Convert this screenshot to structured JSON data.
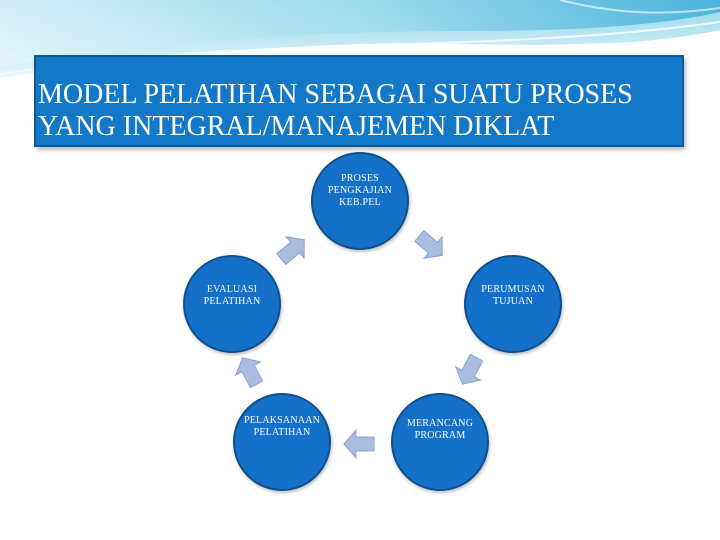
{
  "slide": {
    "title_line1": "MODEL PELATIHAN SEBAGAI SUATU PROSES",
    "title_line2": "YANG INTEGRAL/MANAJEMEN DIKLAT"
  },
  "diagram": {
    "type": "cycle",
    "nodes": [
      {
        "id": "node-1",
        "line1": "PROSES",
        "line2": "PENGKAJIAN",
        "line3": "KEB.PEL"
      },
      {
        "id": "node-2",
        "line1": "PERUMUSAN",
        "line2": "TUJUAN",
        "line3": ""
      },
      {
        "id": "node-3",
        "line1": "MERANCANG",
        "line2": "PROGRAM",
        "line3": ""
      },
      {
        "id": "node-4",
        "line1": "PELAKSANAAN",
        "line2": "PELATIHAN",
        "line3": ""
      },
      {
        "id": "node-5",
        "line1": "EVALUASI",
        "line2": "PELATIHAN",
        "line3": ""
      }
    ],
    "colors": {
      "node_fill": "#1470c8",
      "arrow_fill": "#a9bde0",
      "title_fill": "#1478c8",
      "background_wave": "#bfe6f2"
    }
  }
}
